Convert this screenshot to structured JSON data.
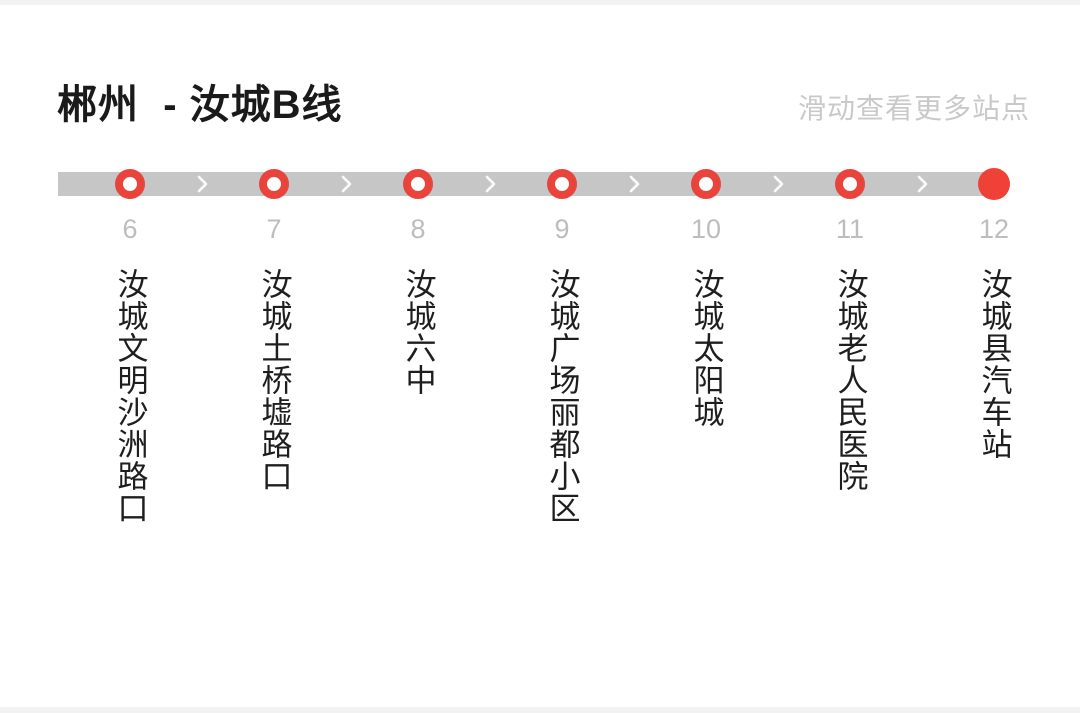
{
  "header": {
    "route_title": "郴州  - 汝城B线",
    "scroll_hint": "滑动查看更多站点"
  },
  "colors": {
    "accent": "#e8443b",
    "accent_filled": "#ef4136",
    "track": "#c6c6c6",
    "index_text": "#bdbdbd",
    "hint_text": "#c9c9c9",
    "name_text": "#1e1e1e",
    "page_background": "#ffffff",
    "strip": "#f2f2f2"
  },
  "route": {
    "visible_range_start": 6,
    "visible_range_end": 12,
    "stations": [
      {
        "index": "6",
        "name": "汝城文明沙洲路口",
        "marker": "ring"
      },
      {
        "index": "7",
        "name": "汝城土桥墟路口",
        "marker": "ring"
      },
      {
        "index": "8",
        "name": "汝城六中",
        "marker": "ring"
      },
      {
        "index": "9",
        "name": "汝城广场丽都小区",
        "marker": "ring"
      },
      {
        "index": "10",
        "name": "汝城太阳城",
        "marker": "ring"
      },
      {
        "index": "11",
        "name": "汝城老人民医院",
        "marker": "ring"
      },
      {
        "index": "12",
        "name": "汝城县汽车站",
        "marker": "filled"
      }
    ],
    "connector_icon": "chevron-right-icon"
  }
}
